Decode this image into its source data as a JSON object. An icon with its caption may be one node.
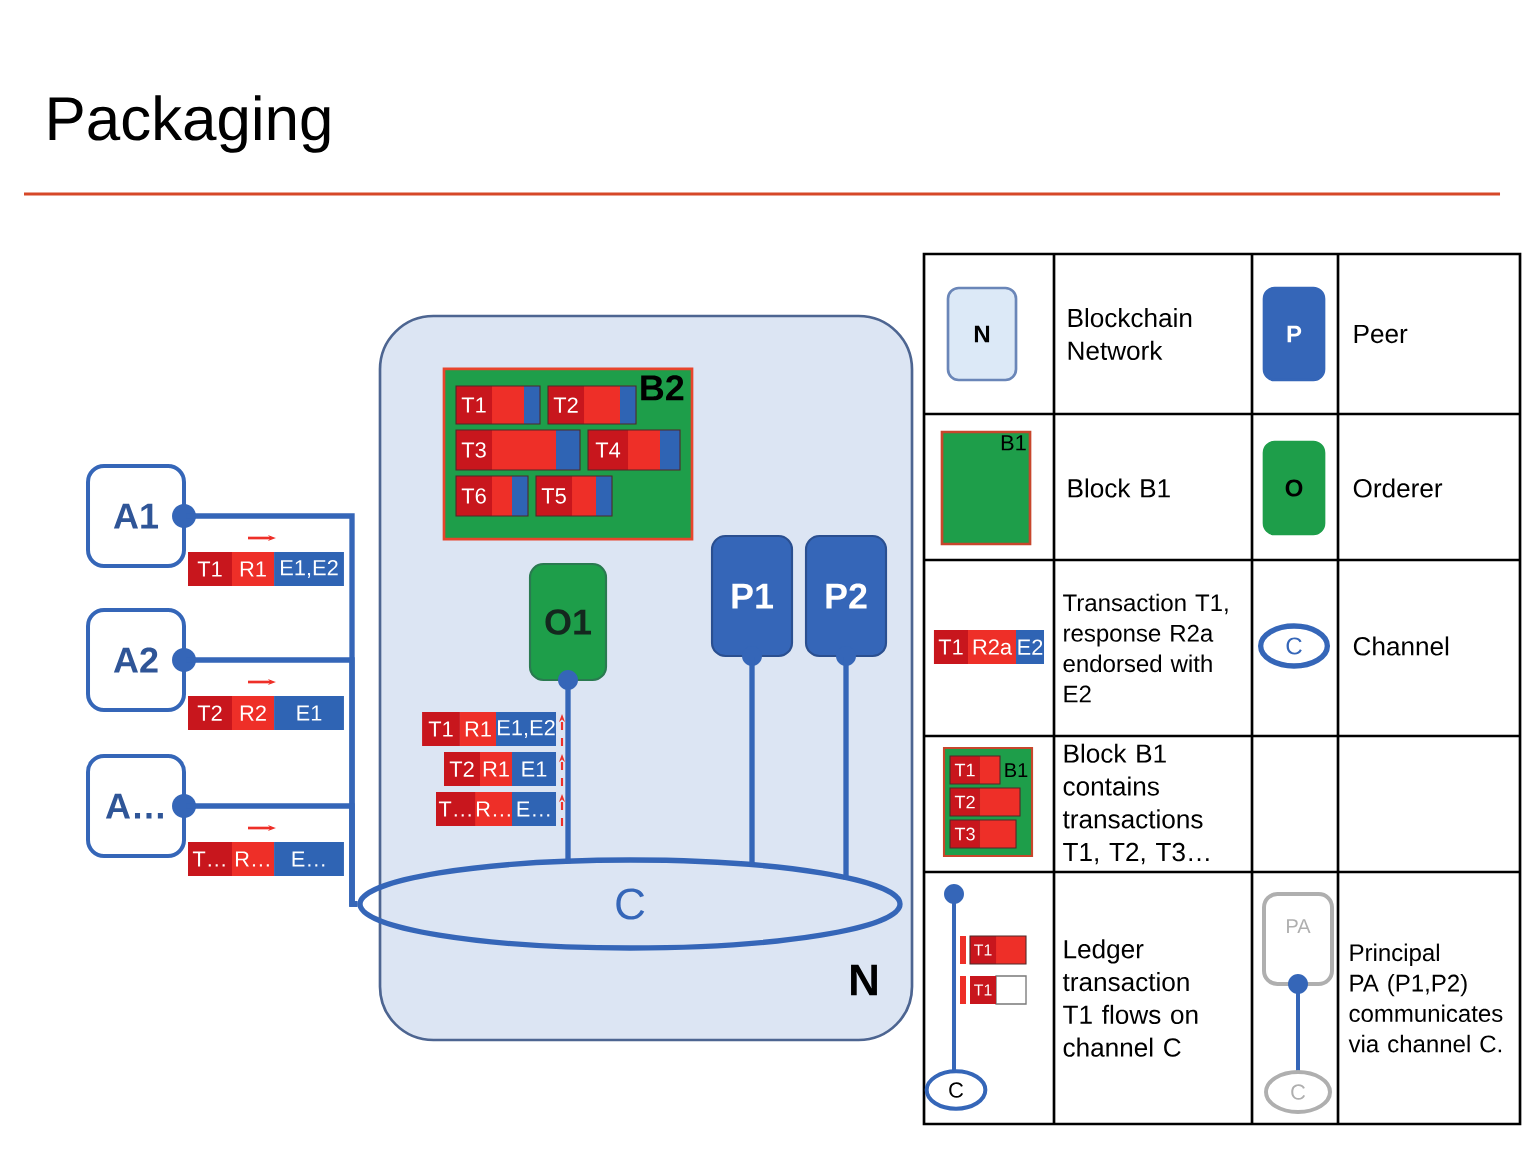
{
  "diagram": {
    "title": "Packaging",
    "nodes": [
      {
        "text": [
          "N"
        ]
      },
      {
        "text": [
          "B2"
        ],
        "in": 0
      },
      {
        "text": [
          "O1"
        ],
        "in": 0
      },
      {
        "text": [
          "P1"
        ],
        "in": 0
      },
      {
        "text": [
          "P2"
        ],
        "in": 0
      },
      {
        "text": [
          "C"
        ],
        "in": 0
      },
      {
        "text": [
          "A1"
        ]
      },
      {
        "text": [
          "A2"
        ]
      },
      {
        "text": [
          "A…"
        ]
      }
    ],
    "edges": [
      {
        "from": 6,
        "to": 5,
        "arrow": "none"
      },
      {
        "from": 7,
        "to": 5,
        "arrow": "none"
      },
      {
        "from": 8,
        "to": 5,
        "arrow": "none"
      },
      {
        "from": 2,
        "to": 5,
        "arrow": "none"
      },
      {
        "from": 3,
        "to": 5,
        "arrow": "none"
      },
      {
        "from": 4,
        "to": 5,
        "arrow": "none"
      }
    ],
    "labels": [
      "T1",
      "T2",
      "T3",
      "T4",
      "T6",
      "T5",
      "T1",
      "R1",
      "E1,E2",
      "T2",
      "R2",
      "E1",
      "T…",
      "R…",
      "E…",
      "T1",
      "R1",
      "E1,E2",
      "T2",
      "R1",
      "E1",
      "T…",
      "R…",
      "E…",
      "N",
      "Blockchain Network",
      "P",
      "Peer",
      "B1",
      "Block B1",
      "O",
      "Orderer",
      "T1",
      "R2a",
      "E2",
      "Transaction T1, response R2a endorsed with E2",
      "C",
      "Channel",
      "T1",
      "B1",
      "T2",
      "T3",
      "Block B1 contains transactions T1, T2, T3…",
      "T1",
      "T1",
      "C",
      "Ledger transaction T1 flows on channel C",
      "PA",
      "C",
      "Principal PA (P1,P2) communicates via channel C."
    ]
  }
}
